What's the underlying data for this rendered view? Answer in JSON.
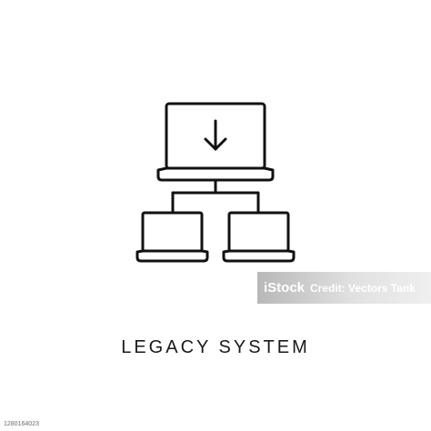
{
  "caption": "LEGACY SYSTEM",
  "watermark": {
    "brand": "iStock",
    "credit": "Credit: Vectors Tank"
  },
  "stock_id": "1280164023",
  "icon": {
    "name": "network-laptops-icon",
    "stroke_color": "#111111"
  }
}
